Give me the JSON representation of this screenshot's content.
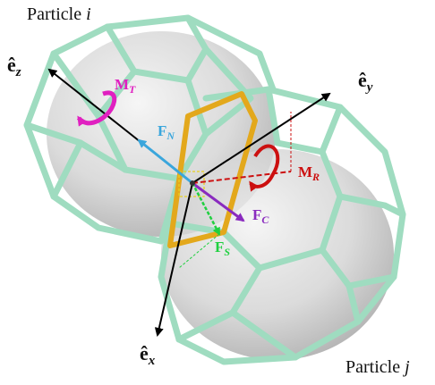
{
  "particles": {
    "i": {
      "label_prefix": "Particle ",
      "label_var": "i"
    },
    "j": {
      "label_prefix": "Particle ",
      "label_var": "j"
    }
  },
  "axes": {
    "z": {
      "base": "ê",
      "sub": "z"
    },
    "y": {
      "base": "ê",
      "sub": "y"
    },
    "x": {
      "base": "ê",
      "sub": "x"
    }
  },
  "vectors": {
    "normal_force": {
      "base": "F",
      "sub": "N"
    },
    "contact_force": {
      "base": "F",
      "sub": "C"
    },
    "shear_force": {
      "base": "F",
      "sub": "S"
    },
    "twisting_moment": {
      "base": "M",
      "sub": "T"
    },
    "rolling_moment": {
      "base": "M",
      "sub": "R"
    }
  },
  "colors": {
    "frame": "#9fdcc0",
    "frame_edge": "#7cc4a3",
    "contact_face": "#e3a81c",
    "sphere": "#cfcfcf",
    "normal_force": "#3aa6dc",
    "contact_force": "#8a2bbf",
    "shear_force": "#20d040",
    "twisting_moment": "#e020c0",
    "rolling_moment": "#cc1010",
    "axes": "#000000"
  }
}
